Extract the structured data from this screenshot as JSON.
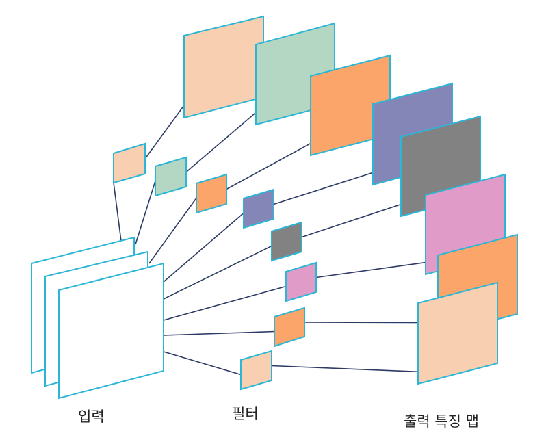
{
  "labels": {
    "input": "입력",
    "filter": "필터",
    "output": "출력 특징 맵"
  },
  "colors": {
    "border": "#2bb6d6",
    "line": "#2d3a66",
    "input_fill": "#ffffff",
    "palette": [
      "#f8cfb0",
      "#b3d7c3",
      "#fba56b",
      "#8486b8",
      "#828282",
      "#e09bc8",
      "#fba56b",
      "#f8cfb0"
    ]
  },
  "diagram": {
    "input_layers": 3,
    "filters": [
      {
        "color": "#f8cfb0"
      },
      {
        "color": "#b3d7c3"
      },
      {
        "color": "#fba56b"
      },
      {
        "color": "#8486b8"
      },
      {
        "color": "#828282"
      },
      {
        "color": "#e09bc8"
      },
      {
        "color": "#fba56b"
      },
      {
        "color": "#f8cfb0"
      }
    ],
    "feature_maps": [
      {
        "color": "#f8cfb0"
      },
      {
        "color": "#b3d7c3"
      },
      {
        "color": "#fba56b"
      },
      {
        "color": "#8486b8"
      },
      {
        "color": "#828282"
      },
      {
        "color": "#e09bc8"
      },
      {
        "color": "#fba56b"
      },
      {
        "color": "#f8cfb0"
      }
    ]
  }
}
